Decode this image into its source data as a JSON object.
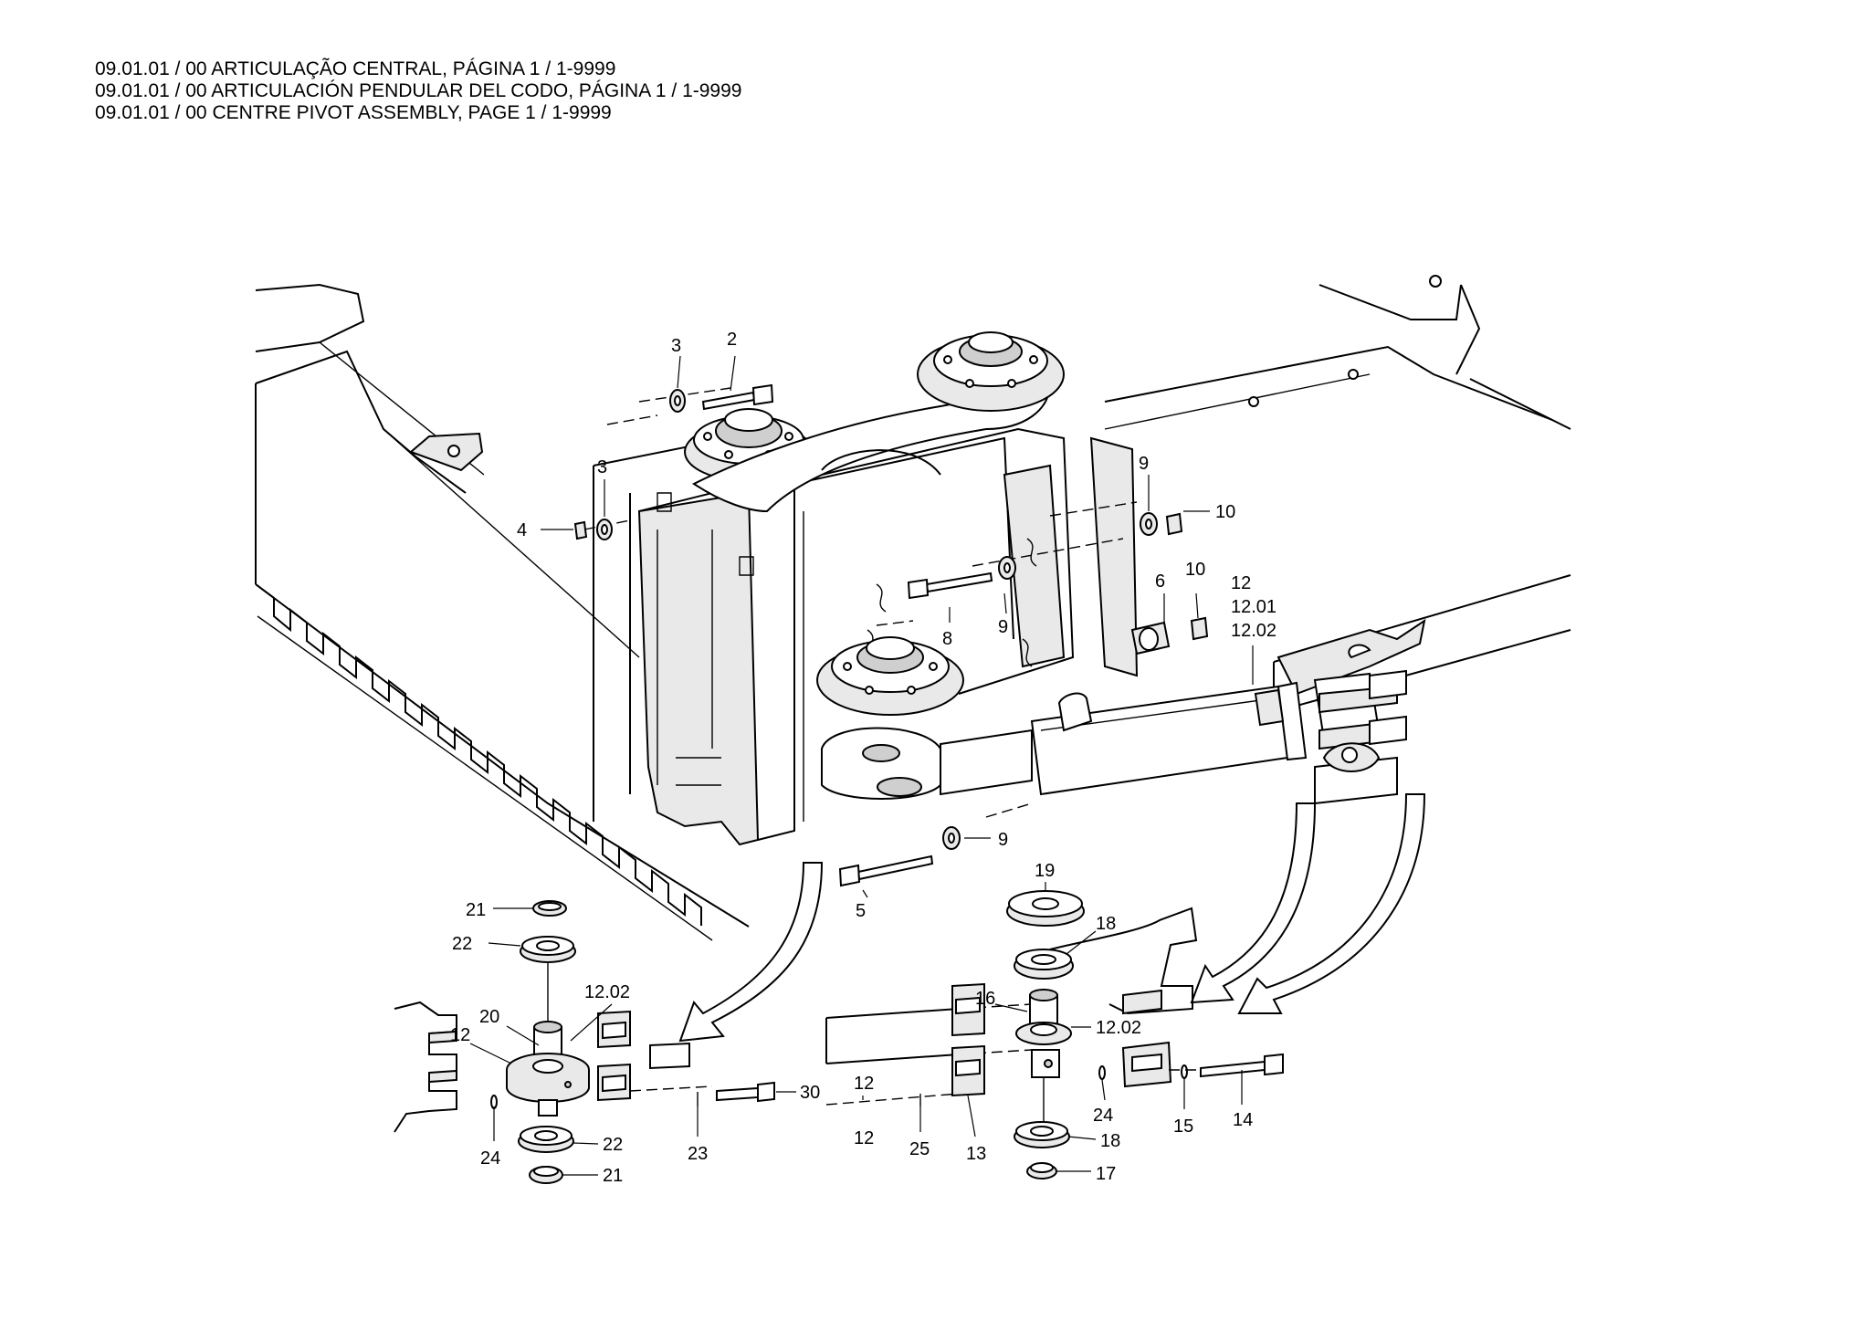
{
  "header": {
    "line_pt": "09.01.01 / 00 ARTICULAÇÃO CENTRAL, PÁGINA 1 / 1-9999",
    "line_es": "09.01.01 / 00 ARTICULACIÓN PENDULAR DEL CODO, PÁGINA 1 / 1-9999",
    "line_en": "09.01.01 / 00 CENTRE PIVOT ASSEMBLY, PAGE 1 / 1-9999"
  },
  "callouts": {
    "c3a": "3",
    "c2": "2",
    "c3b": "3",
    "c4": "4",
    "c9a": "9",
    "c10a": "10",
    "c8": "8",
    "c9b": "9",
    "c6": "6",
    "c10b": "10",
    "c12a": "12",
    "c1201": "12.01",
    "c1202a": "12.02",
    "c9c": "9",
    "c5": "5",
    "c21a": "21",
    "c22a": "22",
    "c20": "20",
    "c12b": "12",
    "c1202b": "12.02",
    "c30": "30",
    "c24a": "24",
    "c22b": "22",
    "c21b": "21",
    "c23": "23",
    "c19": "19",
    "c18a": "18",
    "c16": "16",
    "c1202c": "12.02",
    "c12c": "12",
    "c25": "25",
    "c13": "13",
    "c24b": "24",
    "c18b": "18",
    "c17": "17",
    "c15": "15",
    "c14": "14"
  }
}
